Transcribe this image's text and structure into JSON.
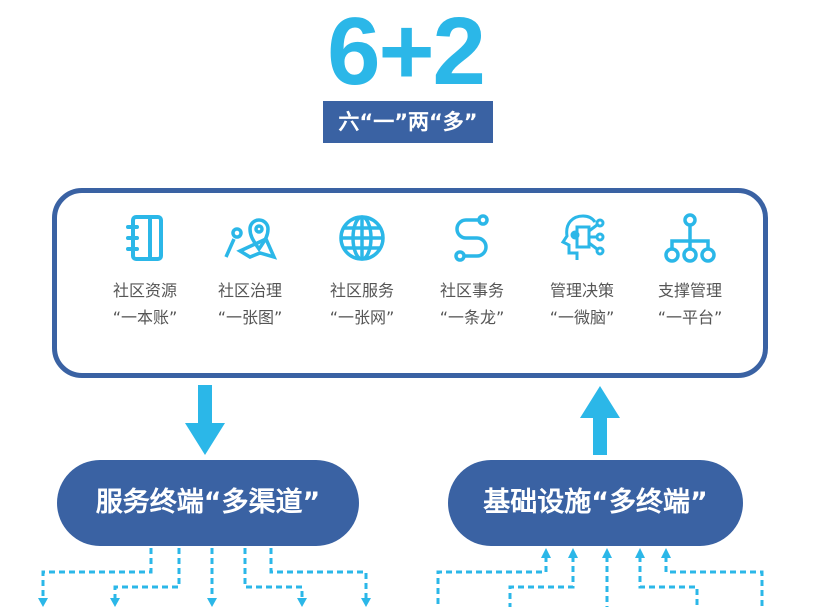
{
  "title": "6+2",
  "subtitle": "六“一”两“多”",
  "colors": {
    "accent": "#2bb7e8",
    "navy": "#3a62a3",
    "text": "#555555"
  },
  "modules": [
    {
      "line1": "社区资源",
      "line2": "“一本账”",
      "icon": "notebook-icon"
    },
    {
      "line1": "社区治理",
      "line2": "“一张图”",
      "icon": "map-pin-icon"
    },
    {
      "line1": "社区服务",
      "line2": "“一张网”",
      "icon": "globe-icon"
    },
    {
      "line1": "社区事务",
      "line2": "“一条龙”",
      "icon": "path-icon"
    },
    {
      "line1": "管理决策",
      "line2": "“一微脑”",
      "icon": "ai-head-icon"
    },
    {
      "line1": "支撑管理",
      "line2": "“一平台”",
      "icon": "hierarchy-icon"
    }
  ],
  "left_pill": "服务终端“多渠道”",
  "right_pill": "基础设施“多终端”"
}
